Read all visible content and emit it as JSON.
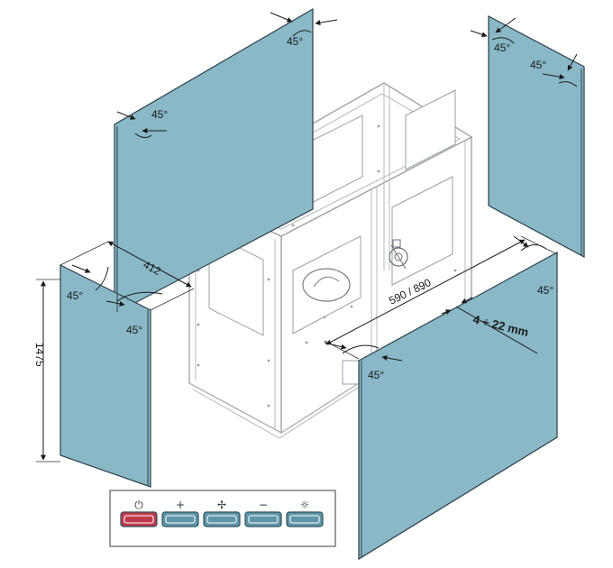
{
  "labels": {
    "angle": "45°",
    "width_dim": "412",
    "height_dim": "1475",
    "length_dim": "590 / 890",
    "thickness_dim": "4 ÷ 22 mm"
  },
  "control_panel": {
    "buttons": [
      {
        "symbol": "⏻",
        "icon": "power-icon",
        "color": "#c0394b"
      },
      {
        "symbol": "+",
        "icon": "plus-icon",
        "color": "#5f95a8"
      },
      {
        "symbol": "✢",
        "icon": "fan-icon",
        "color": "#5f95a8"
      },
      {
        "symbol": "−",
        "icon": "minus-icon",
        "color": "#5f95a8"
      },
      {
        "symbol": "☼",
        "icon": "light-icon",
        "color": "#5f95a8"
      }
    ]
  },
  "colors": {
    "panel": "#8ab8c6",
    "outline": "#2c3e4a",
    "frame": "#9a9fa6"
  }
}
